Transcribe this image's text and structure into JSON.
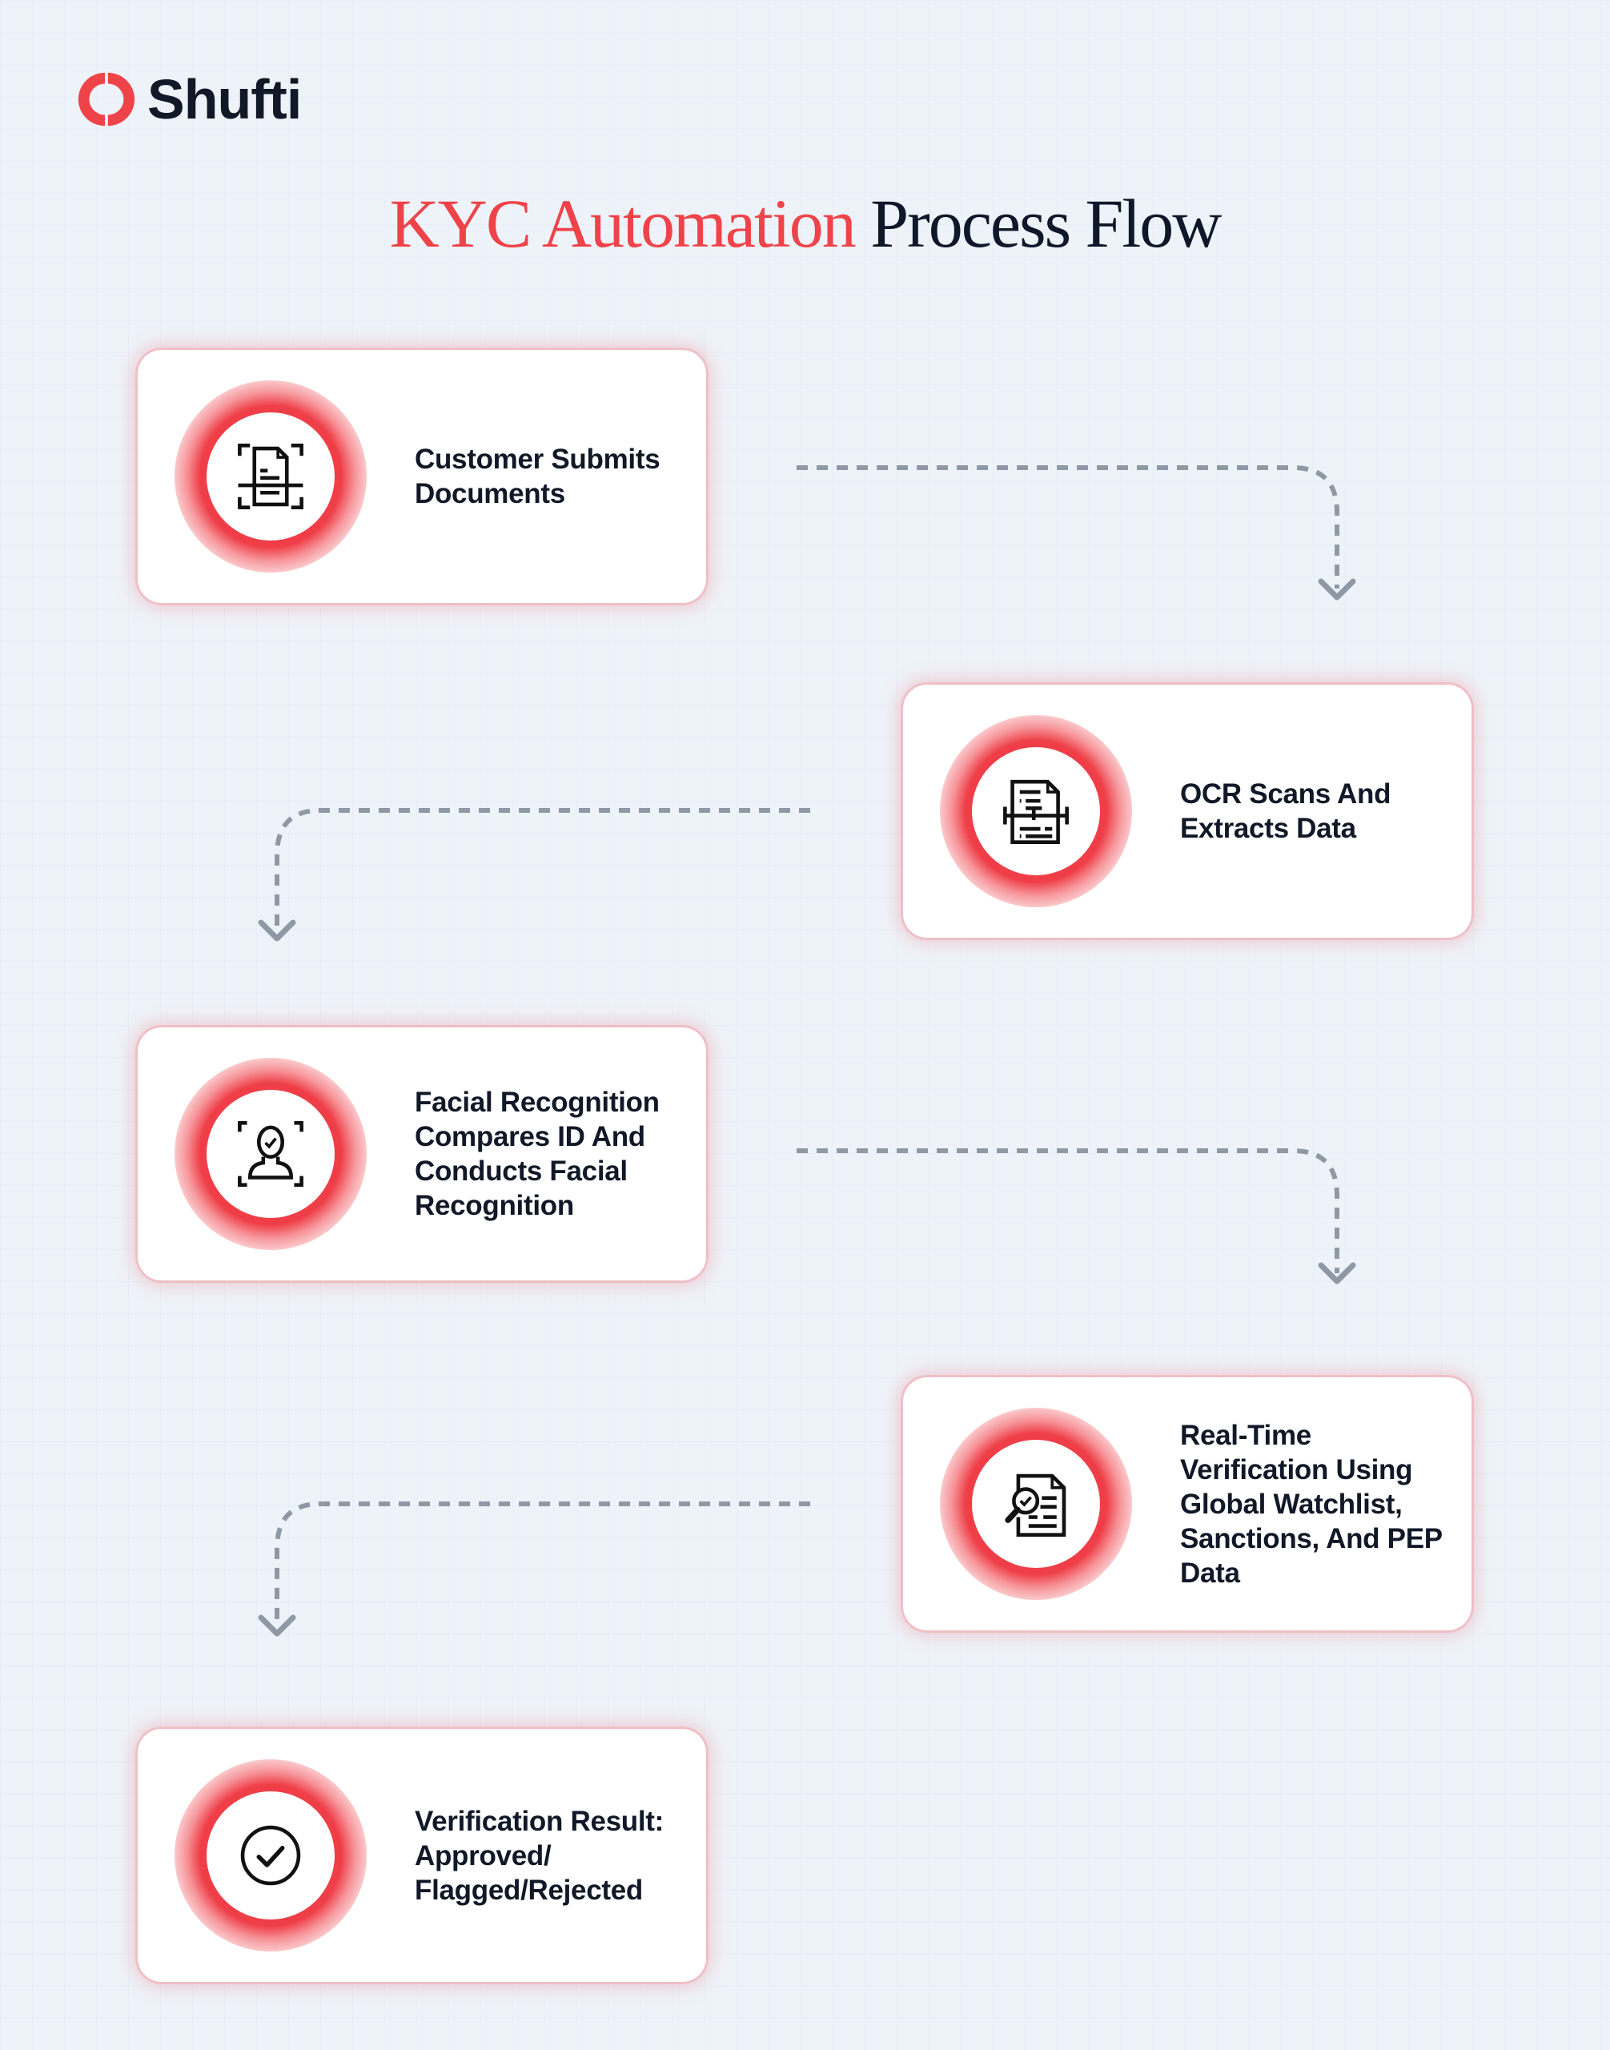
{
  "brand": {
    "name": "Shufti",
    "logo_icon": "ring-logo-icon",
    "accent_color": "#ef434a",
    "text_color": "#111827"
  },
  "title": {
    "accent": "KYC Automation",
    "rest": "Process Flow"
  },
  "steps": [
    {
      "label": "Customer Submits Documents",
      "icon": "document-scan-icon"
    },
    {
      "label": "OCR Scans And Extracts Data",
      "icon": "ocr-document-icon"
    },
    {
      "label": "Facial Recognition Compares ID And Conducts Facial Recognition",
      "icon": "face-scan-check-icon"
    },
    {
      "label": "Real-Time Verification Using Global Watchlist, Sanctions, And PEP Data",
      "icon": "document-search-check-icon"
    },
    {
      "label": "Verification Result: Approved/ Flagged/Rejected",
      "icon": "check-circle-icon"
    }
  ],
  "colors": {
    "background": "#eef3f9",
    "card": "#ffffff",
    "glow": "#ef3e47",
    "connector": "#8f99a6"
  }
}
